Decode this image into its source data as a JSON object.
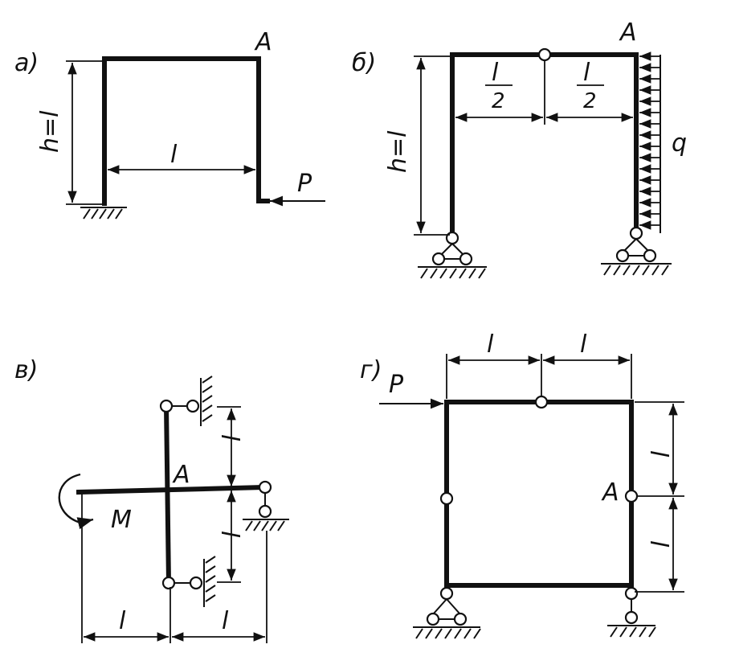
{
  "panels": {
    "a": {
      "label": "а)",
      "point": "A",
      "height": "h=l",
      "span": "l",
      "force": "P"
    },
    "b": {
      "label": "б)",
      "point": "A",
      "height": "h=l",
      "half_num_left": "l",
      "half_den_left": "2",
      "half_num_right": "l",
      "half_den_right": "2",
      "load": "q"
    },
    "v": {
      "label": "в)",
      "point": "A",
      "moment": "M",
      "dim_upper": "l",
      "dim_lower": "l",
      "dim_left": "l",
      "dim_right": "l"
    },
    "g": {
      "label": "г)",
      "point": "A",
      "force": "P",
      "dim_top_left": "l",
      "dim_top_right": "l",
      "dim_right_upper": "l",
      "dim_right_lower": "l"
    }
  }
}
